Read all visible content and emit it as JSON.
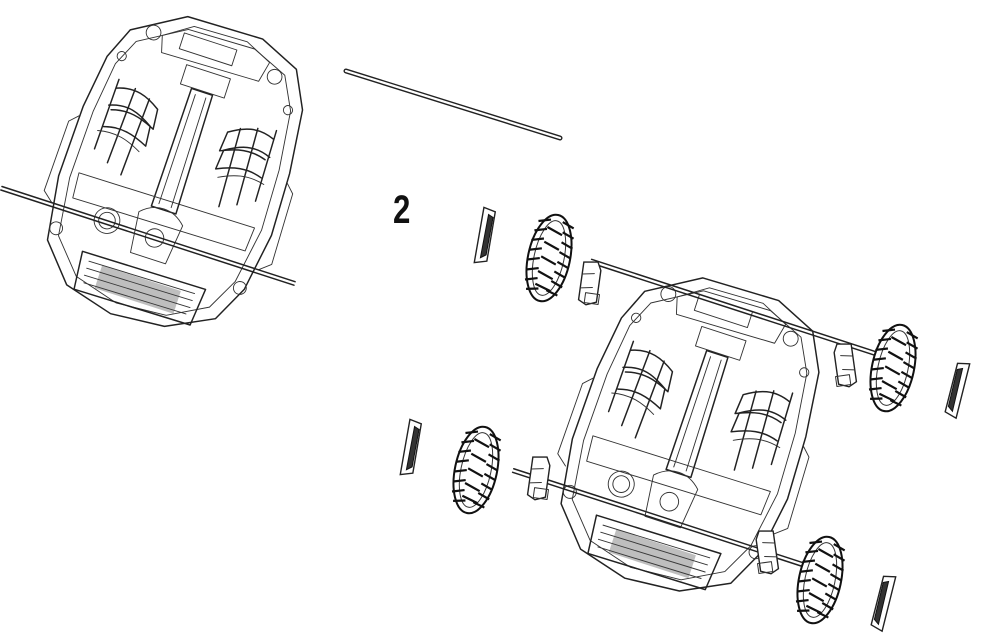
{
  "step": {
    "number": "2"
  },
  "icons": {
    "assembled_chassis": "vehicle-chassis-assembled",
    "axle_rod": "axle-rod",
    "exploded_chassis": "vehicle-chassis-exploded",
    "wheel": "wheel-tyre",
    "hubcap": "hubcap",
    "bushing": "axle-bushing"
  },
  "colors": {
    "line": "#222222",
    "background": "#ffffff"
  }
}
